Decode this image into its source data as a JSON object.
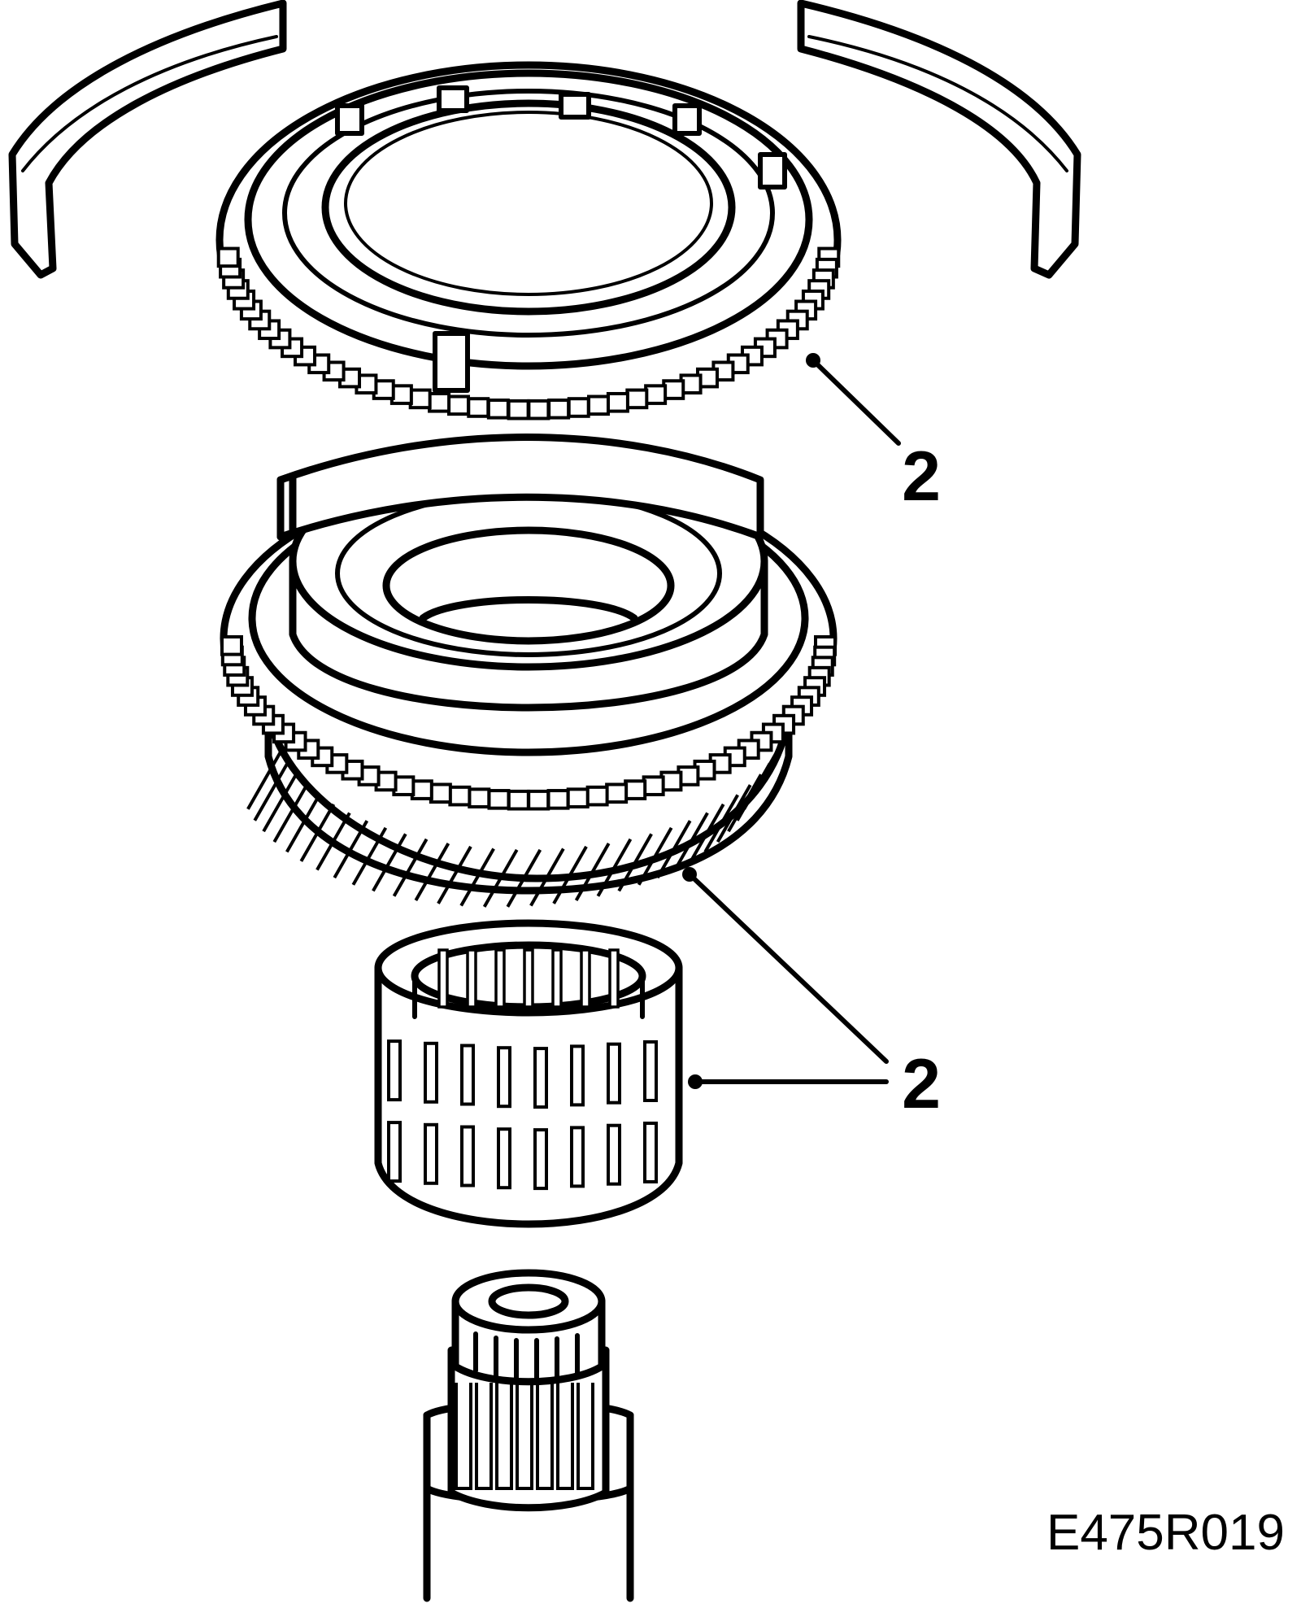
{
  "diagram": {
    "callouts": [
      {
        "id": "synchronizer-ring",
        "label": "2"
      },
      {
        "id": "gear-and-needle-bearing",
        "label": "2"
      }
    ],
    "figure_code": "E475R019",
    "colors": {
      "ink": "#000000",
      "paper": "#ffffff"
    }
  }
}
